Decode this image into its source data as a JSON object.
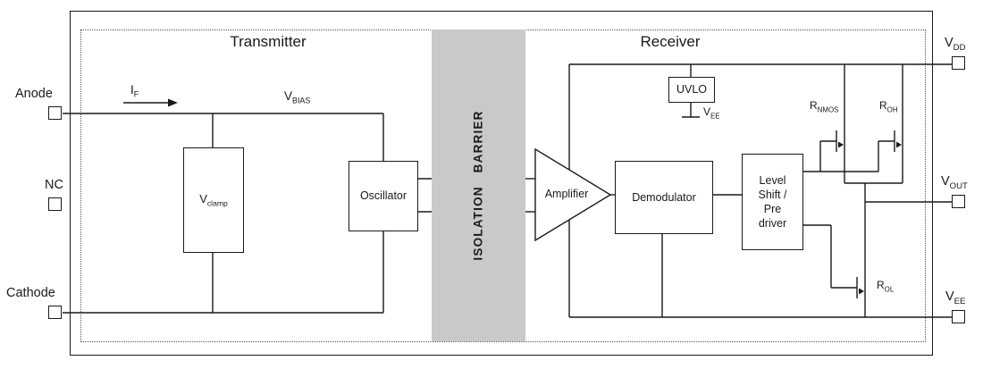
{
  "titles": {
    "transmitter": "Transmitter",
    "receiver": "Receiver"
  },
  "barrier": {
    "label": "ISOLATION BARRIER",
    "fill": "#c9c9c9"
  },
  "pins": {
    "anode": "Anode",
    "nc": "NC",
    "cathode": "Cathode",
    "vdd": {
      "main": "V",
      "sub": "DD"
    },
    "vout": {
      "main": "V",
      "sub": "OUT"
    },
    "vee": {
      "main": "V",
      "sub": "EE"
    }
  },
  "annotations": {
    "if_current": {
      "main": "I",
      "sub": "F"
    },
    "vbias": {
      "main": "V",
      "sub": "BIAS"
    },
    "uvlo_vee": {
      "main": "V",
      "sub": "EE"
    },
    "rnmos": {
      "main": "R",
      "sub": "NMOS"
    },
    "roh": {
      "main": "R",
      "sub": "OH"
    },
    "rol": {
      "main": "R",
      "sub": "OL"
    }
  },
  "blocks": {
    "vclamp": {
      "main": "V",
      "sub": "clamp"
    },
    "oscillator": "Oscillator",
    "amplifier": "Amplifier",
    "demodulator": "Demodulator",
    "uvlo": "UVLO",
    "level_shift": {
      "line1": "Level",
      "line2": "Shift /",
      "line3": "Pre",
      "line4": "driver"
    }
  },
  "colors": {
    "line": "#1a1a1a",
    "barrier_fill": "#c9c9c9"
  }
}
